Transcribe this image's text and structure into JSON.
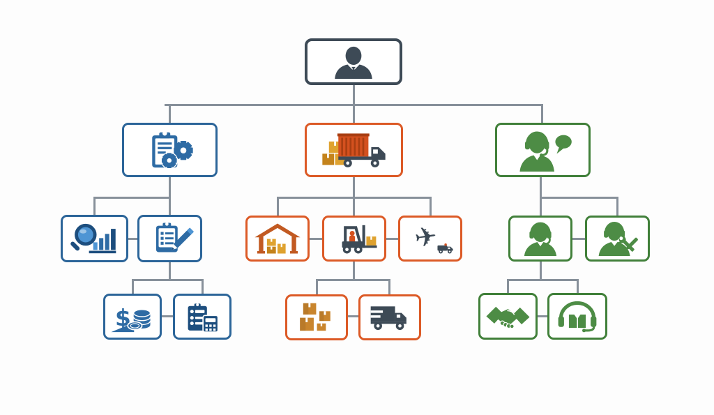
{
  "app": {
    "type": "organizational-chart-diagram",
    "background": "#fdfdfd",
    "text_visible": false
  },
  "palette": {
    "slate": "#3d4a56",
    "line": "#87909a",
    "blue_border": "#2c6599",
    "blue_mid": "#2e6ba4",
    "blue_dark": "#1d4e7e",
    "blue_light": "#4e95d4",
    "orange_border": "#dc5a26",
    "orange_container": "#d4511f",
    "orange_dark": "#a93e12",
    "orange_roof": "#c25a22",
    "amber": "#dfa22f",
    "amber_dark": "#c4831c",
    "brown_box": "#c9852d",
    "green_border": "#41803a",
    "green_icon": "#4d8c45"
  },
  "icons": {
    "airplane_glyph": "✈",
    "dollar_glyph": "$"
  },
  "org_chart": {
    "root": {
      "id": "executive",
      "icon": "person-icon",
      "accent": "slate"
    },
    "branches": [
      {
        "id": "planning-operations",
        "icon": "clipboard-gears-icon",
        "accent": "blue_border",
        "children": [
          {
            "id": "analysis",
            "icon": "magnifier-bar-chart-icon"
          },
          {
            "id": "planning",
            "icon": "checklist-pencil-icon",
            "children": [
              {
                "id": "finance",
                "icon": "dollar-coins-icon"
              },
              {
                "id": "costing",
                "icon": "checklist-calculator-icon"
              }
            ]
          }
        ]
      },
      {
        "id": "logistics",
        "icon": "container-truck-icon",
        "accent": "orange_border",
        "children": [
          {
            "id": "warehousing",
            "icon": "warehouse-icon"
          },
          {
            "id": "material-handling",
            "icon": "forklift-icon",
            "children": [
              {
                "id": "packaging",
                "icon": "cardboard-boxes-icon"
              },
              {
                "id": "delivery",
                "icon": "delivery-truck-icon"
              }
            ]
          },
          {
            "id": "air-freight",
            "icon": "airplane-truck-icon"
          }
        ]
      },
      {
        "id": "customer-support",
        "icon": "headset-agent-speech-bubble-icon",
        "accent": "green_border",
        "children": [
          {
            "id": "call-center",
            "icon": "headset-agent-icon",
            "children": [
              {
                "id": "partnerships",
                "icon": "handshake-icon"
              },
              {
                "id": "after-sales-support",
                "icon": "headset-package-icon"
              }
            ]
          },
          {
            "id": "technical-support",
            "icon": "headset-agent-tools-icon"
          }
        ]
      }
    ]
  }
}
